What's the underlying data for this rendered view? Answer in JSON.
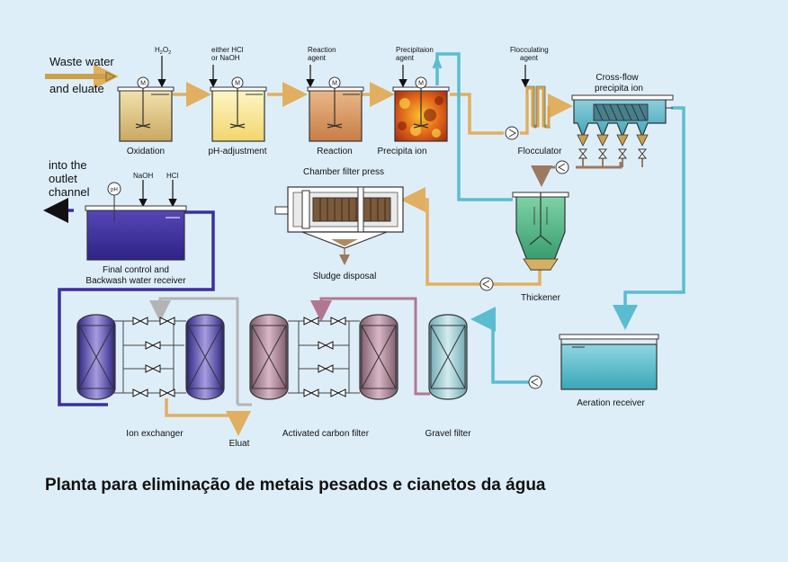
{
  "inputs": {
    "waste_water": "Waste water",
    "and_eluate": "and eluate"
  },
  "reagents": {
    "h2o2_base": "H",
    "h2o2_sub1": "2",
    "h2o2_mid": "O",
    "h2o2_sub2": "2",
    "either_hcl": "either HCl",
    "or_naoh": "or NaOH",
    "reaction_agent_1": "Reaction",
    "reaction_agent_2": "agent",
    "precip_agent_1": "Precipitaion",
    "precip_agent_2": "agent",
    "floc_agent_1": "Flocculating",
    "floc_agent_2": "agent",
    "naoh": "NaOH",
    "hcl": "HCl",
    "motor": "M",
    "ph_probe": "pH"
  },
  "units": {
    "oxidation": "Oxidation",
    "ph_adjustment": "pH-adjustment",
    "reaction": "Reaction",
    "precipitation": "Precipita ion",
    "flocculator": "Flocculator",
    "crossflow_1": "Cross-flow",
    "crossflow_2": "precipita ion",
    "chamber_filter": "Chamber filter press",
    "sludge_disposal": "Sludge disposal",
    "thickener": "Thickener",
    "outlet_1": "into the",
    "outlet_2": "outlet",
    "outlet_3": "channel",
    "final_control_1": "Final control and",
    "final_control_2": "Backwash water receiver",
    "aeration_receiver": "Aeration receiver",
    "ion_exchanger": "Ion exchanger",
    "eluat": "Eluat",
    "activated_carbon": "Activated carbon filter",
    "gravel_filter": "Gravel filter"
  },
  "caption": "Planta para eliminação de metais pesados e cianetos da água",
  "colors": {
    "background": "#deeef9",
    "tan_pipe": "#e0b060",
    "cyan_pipe": "#5bbcd0",
    "purple_pipe": "#3b2fa0",
    "gray_pipe": "#b4b4b4",
    "mauve_pipe": "#b07890",
    "oxidation_fill": "#dcc07c",
    "ph_fill": "#f5e08a",
    "reaction_fill": "#d89a5c",
    "thickener_fill": "#3aa679",
    "aeration_fill": "#4fb8c8",
    "final_fill": "#3b2e96"
  }
}
